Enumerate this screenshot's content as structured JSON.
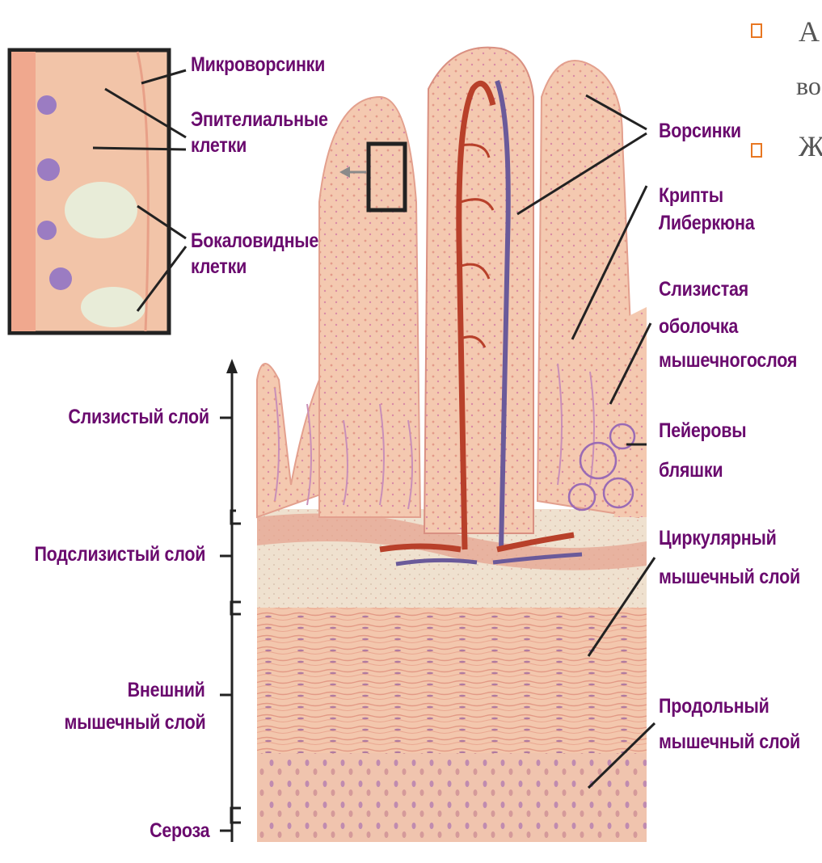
{
  "labels": {
    "microvilli": "Микроворсинки",
    "epithelial_1": "Эпителиальные",
    "epithelial_2": "клетки",
    "goblet_1": "Бокаловидные",
    "goblet_2": "клетки",
    "villi": "Ворсинки",
    "crypts_1": "Крипты",
    "crypts_2": "Либеркюна",
    "muscularis_mucosae_1": "Слизистая",
    "muscularis_mucosae_2": "оболочка",
    "muscularis_mucosae_3": "мышечногослоя",
    "peyer_1": "Пейеровы",
    "peyer_2": "бляшки",
    "circular_1": "Циркулярный",
    "circular_2": "мышечный слой",
    "longitudinal_1": "Продольный",
    "longitudinal_2": "мышечный слой",
    "mucosa": "Слизистый слой",
    "submucosa": "Подслизистый слой",
    "externa_1": "Внешний",
    "externa_2": "мышечный слой",
    "serosa": "Сероза"
  },
  "slide_bullets": [
    "А",
    "во",
    "Ж"
  ],
  "colors": {
    "label_text": "#6a0a6e",
    "bullet": "#e87722",
    "tissue": "#f2bfa2",
    "artery": "#b8402a",
    "vein": "#6a5a9a"
  }
}
